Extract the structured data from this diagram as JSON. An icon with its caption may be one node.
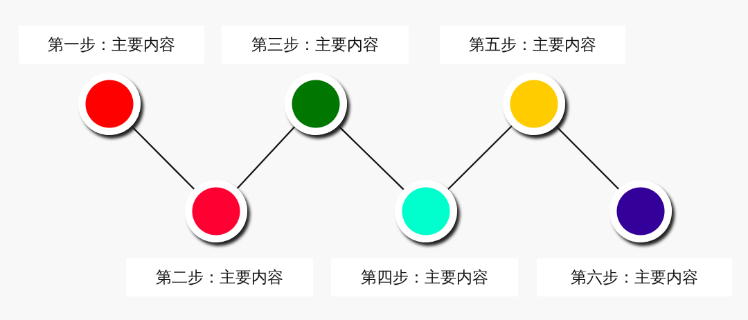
{
  "diagram": {
    "nodes": [
      {
        "text": [
          "第一步：主要内容"
        ]
      },
      {
        "text": [
          "第三步：主要内容"
        ]
      },
      {
        "text": [
          "第五步：主要内容"
        ]
      },
      {
        "text": [],
        "shape": "circle"
      },
      {
        "text": [],
        "shape": "circle"
      },
      {
        "text": [],
        "shape": "circle"
      },
      {
        "text": [],
        "shape": "circle"
      },
      {
        "text": [],
        "shape": "circle"
      },
      {
        "text": [],
        "shape": "circle"
      },
      {
        "text": [
          "第二步：主要内容"
        ]
      },
      {
        "text": [
          "第四步：主要内容"
        ]
      },
      {
        "text": [
          "第六步：主要内容"
        ]
      }
    ],
    "edges": [
      {
        "from": 3,
        "to": 4,
        "arrow": "none"
      },
      {
        "from": 4,
        "to": 5,
        "arrow": "none"
      },
      {
        "from": 5,
        "to": 6,
        "arrow": "none"
      },
      {
        "from": 6,
        "to": 7,
        "arrow": "none"
      },
      {
        "from": 7,
        "to": 8,
        "arrow": "none"
      }
    ]
  }
}
